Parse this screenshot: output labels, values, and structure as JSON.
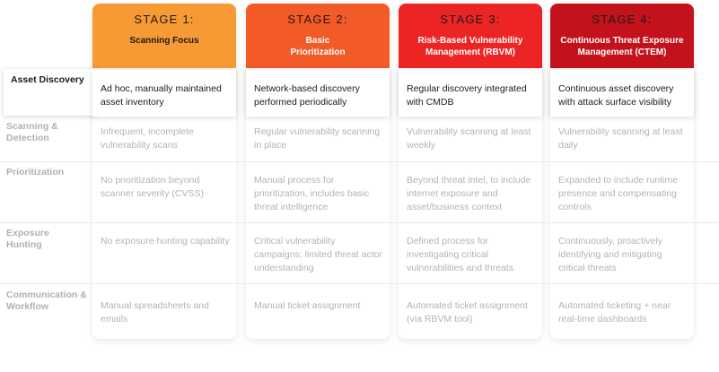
{
  "stages": [
    {
      "label": "STAGE 1:",
      "name": "Scanning Focus",
      "color": "#f89a34",
      "name_color": "#1a1a1a"
    },
    {
      "label": "STAGE 2:",
      "name": "Basic Prioritization",
      "color": "#f25a28",
      "name_color": "#ffffff"
    },
    {
      "label": "STAGE 3:",
      "name": "Risk-Based Vulnerability Management (RBVM)",
      "color": "#ec2424",
      "name_color": "#ffffff"
    },
    {
      "label": "STAGE 4:",
      "name": "Continuous Threat Exposure Management (CTEM)",
      "color": "#c3121c",
      "name_color": "#ffffff"
    }
  ],
  "rows": [
    {
      "label": "Asset Discovery",
      "active": true,
      "cells": [
        "Ad hoc, manually maintained asset inventory",
        "Network-based discovery performed periodically",
        "Regular discovery integrated with CMDB",
        "Continuous asset discovery with attack surface visibility"
      ]
    },
    {
      "label": "Scanning & Detection",
      "active": false,
      "cells": [
        "Infrequent, incomplete vulnerability scans",
        "Regular vulnerability scanning in place",
        "Vulnerability scanning at least weekly",
        "Vulnerability scanning at least daily"
      ]
    },
    {
      "label": "Prioritization",
      "active": false,
      "cells": [
        "No prioritization beyond scanner severity (CVSS)",
        "Manual process for prioritization, includes basic threat intelligence",
        "Beyond threat intel, to include internet exposure and asset/business context",
        "Expanded to include runtime presence and compensating controls"
      ]
    },
    {
      "label": "Exposure Hunting",
      "active": false,
      "cells": [
        "No exposure hunting capability",
        "Critical vulnerability campaigns; limited threat actor understanding",
        "Defined process for investigating critical vulnerabilities and threats",
        "Continuously, proactively identifying and mitigating critical threats"
      ]
    },
    {
      "label": "Communication & Workflow",
      "active": false,
      "cells": [
        "Manual spreadsheets and emails",
        "Manual ticket assignment",
        "Automated ticket assignment (via RBVM tool)",
        "Automated ticketing + near real-time dashboards"
      ]
    }
  ]
}
